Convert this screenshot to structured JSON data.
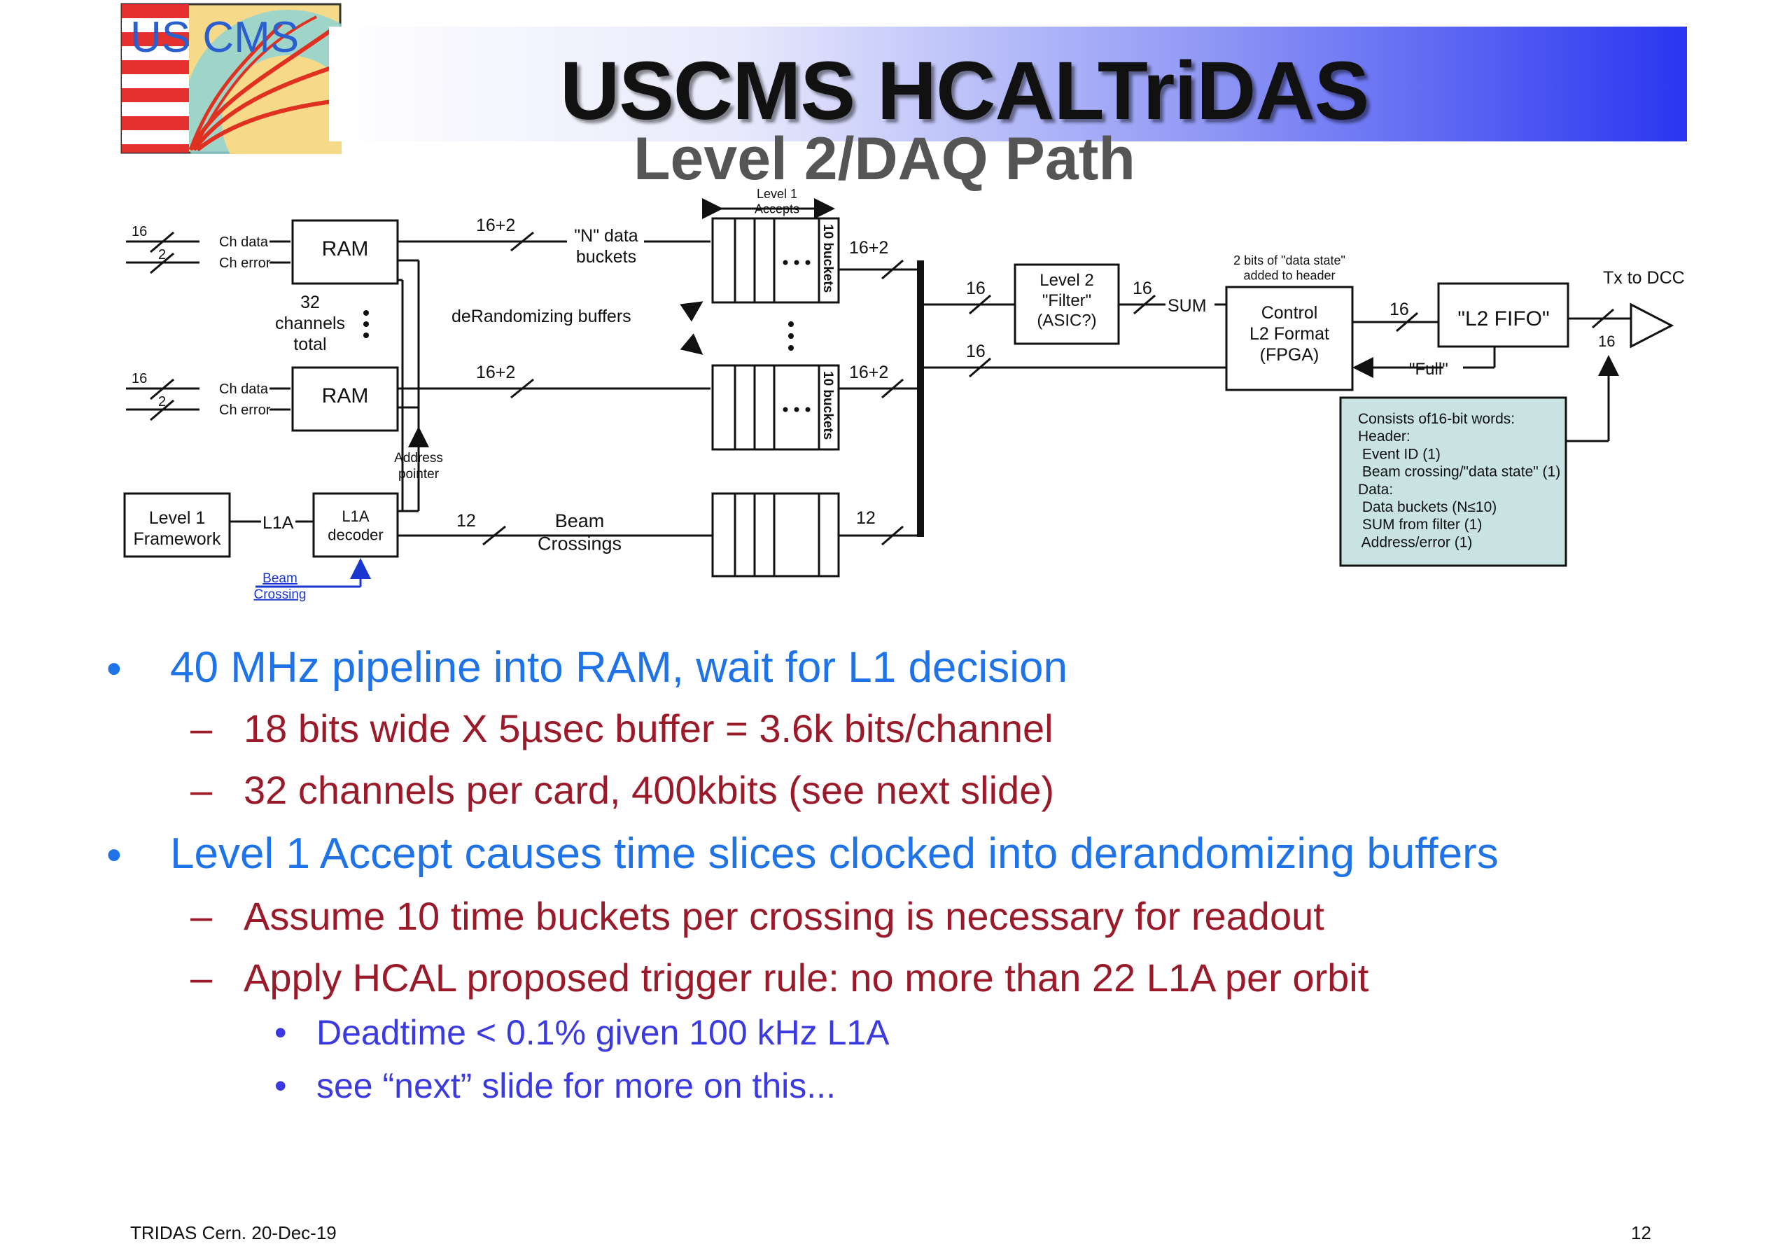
{
  "logo": {
    "text": "US CMS"
  },
  "header": {
    "title": "USCMS HCALTriDAS",
    "subtitle": "Level 2/DAQ Path"
  },
  "diagram": {
    "l1_accepts": "Level 1\nAccepts",
    "ch_data": "Ch data",
    "ch_error": "Ch error",
    "ram": "RAM",
    "bus16": "16",
    "bus2": "2",
    "channels_total": "32\nchannels\ntotal",
    "w_16_2": "16+2",
    "n_buckets": "\"N\" data\nbuckets",
    "derandom": "deRandomizing buffers",
    "ten_buckets": "10 buckets",
    "addr_pointer": "Address\npointer",
    "level1_fw": "Level 1\nFramework",
    "l1a": "L1A",
    "l1a_decoder": "L1A\ndecoder",
    "w_12": "12",
    "beam_crossings": "Beam\nCrossings",
    "beam_crossing": "Beam\nCrossing",
    "level2_filter": "Level 2\n\"Filter\"\n(ASIC?)",
    "sum": "SUM",
    "data_state": "2 bits of \"data state\"\nadded to header",
    "control": "Control\nL2 Format\n(FPGA)",
    "l2fifo": "\"L2 FIFO\"",
    "full": "\"Full\"",
    "tx_dcc": "Tx to DCC",
    "consists": "Consists of16-bit words:\nHeader:\n   Event ID  (1)\n   Beam crossing/\"data state\" (1)\nData:\n   Data buckets (N≤10)\n   SUM from filter (1)\n   Address/error (1)"
  },
  "bullets": [
    {
      "level": 1,
      "text": "40 MHz pipeline into RAM, wait for L1 decision"
    },
    {
      "level": 2,
      "text": "18 bits wide X 5µsec buffer = 3.6k bits/channel"
    },
    {
      "level": 2,
      "text": "32 channels per card, 400kbits (see next slide)"
    },
    {
      "level": 1,
      "text": "Level 1 Accept causes time slices clocked into derandomizing buffers"
    },
    {
      "level": 2,
      "text": "Assume 10 time buckets per crossing is necessary for readout"
    },
    {
      "level": 2,
      "text": "Apply HCAL proposed trigger rule:  no more than 22 L1A per orbit"
    },
    {
      "level": 3,
      "text": "Deadtime < 0.1% given 100 kHz  L1A"
    },
    {
      "level": 3,
      "text": "see “next” slide for more on this..."
    }
  ],
  "bullet_marks": {
    "level1": "•",
    "level2": "–",
    "level3": "•"
  },
  "footer": {
    "left": "TRIDAS Cern. 20-Dec-19",
    "page": "12"
  },
  "colors": {
    "bullet1": "#1e73e8",
    "bullet2": "#9b1a2a",
    "bullet3": "#3a3ae0",
    "note_fill": "#c9e2e2"
  }
}
